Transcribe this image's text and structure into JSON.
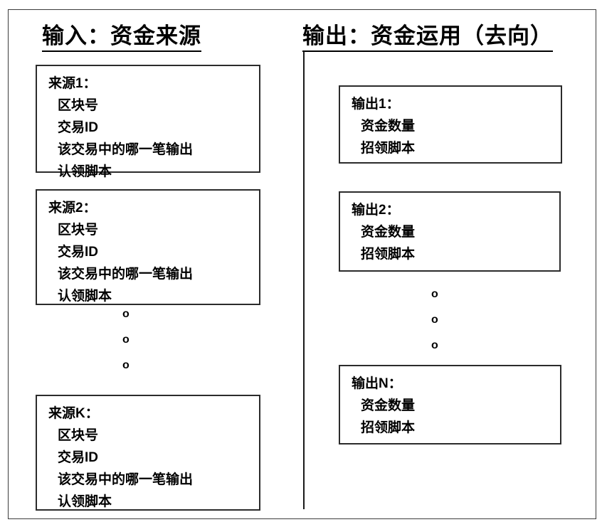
{
  "diagram": {
    "left_column": {
      "title": "输入：资金来源",
      "cards": [
        {
          "title": "来源1：",
          "items": [
            "区块号",
            "交易ID",
            "该交易中的哪一笔输出",
            "认领脚本"
          ]
        },
        {
          "title": "来源2：",
          "items": [
            "区块号",
            "交易ID",
            "该交易中的哪一笔输出",
            "认领脚本"
          ]
        },
        {
          "title": "来源K：",
          "items": [
            "区块号",
            "交易ID",
            "该交易中的哪一笔输出",
            "认领脚本"
          ]
        }
      ],
      "ellipsis": [
        "o",
        "o",
        "o"
      ]
    },
    "right_column": {
      "title": "输出：资金运用（去向）",
      "cards": [
        {
          "title": "输出1：",
          "items": [
            "资金数量",
            "招领脚本"
          ]
        },
        {
          "title": "输出2：",
          "items": [
            "资金数量",
            "招领脚本"
          ]
        },
        {
          "title": "输出N：",
          "items": [
            "资金数量",
            "招领脚本"
          ]
        }
      ],
      "ellipsis": [
        "o",
        "o",
        "o"
      ]
    },
    "colors": {
      "background": "#ffffff",
      "text": "#000000",
      "box_border": "#2b2b2b",
      "frame_border": "#3b3b3b",
      "divider": "#1a1a1a"
    }
  }
}
